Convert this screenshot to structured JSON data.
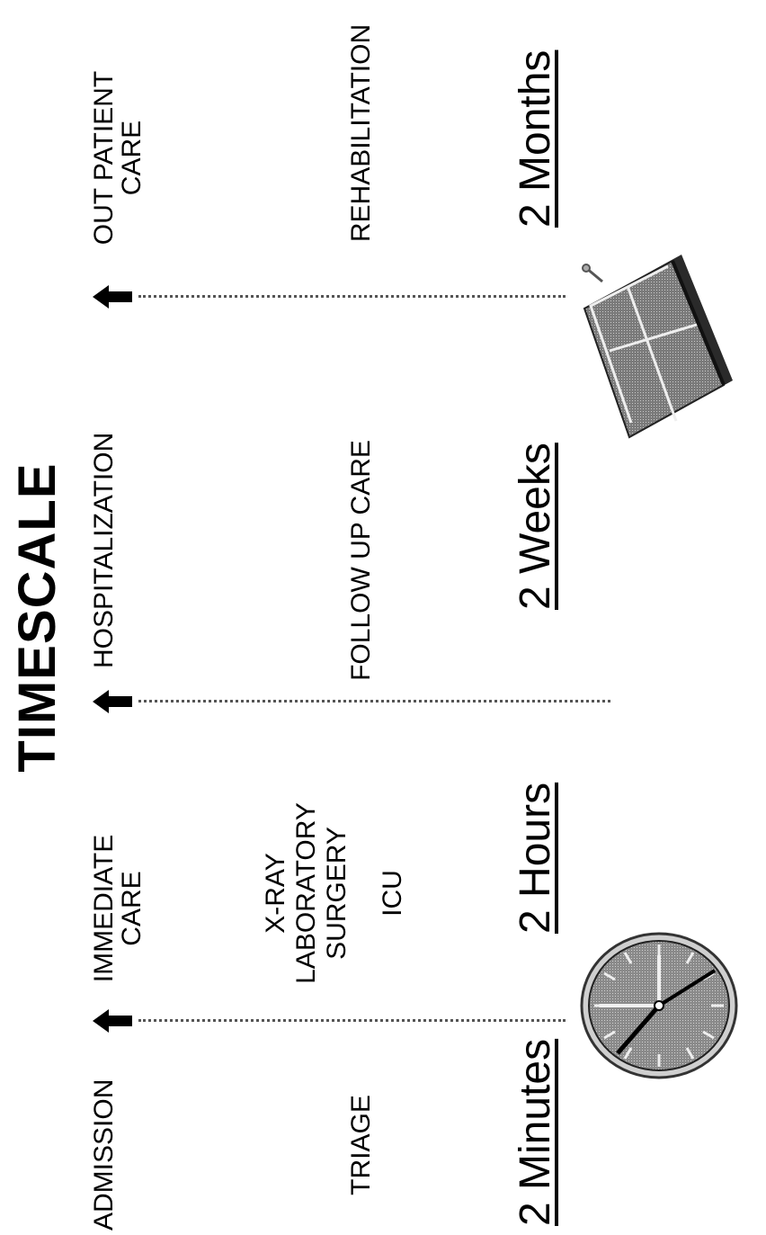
{
  "title": "TIMESCALE",
  "phases": [
    {
      "label": "ADMISSION"
    },
    {
      "label": "IMMEDIATE CARE"
    },
    {
      "label": "HOSPITALIZATION"
    },
    {
      "label": "OUT PATIENT CARE"
    }
  ],
  "activities": {
    "admission": [
      "TRIAGE"
    ],
    "immediate": [
      "X-RAY",
      "LABORATORY",
      "SURGERY",
      "ICU"
    ],
    "hospital": [
      "FOLLOW UP CARE"
    ],
    "outpatient": [
      "REHABILITATION"
    ]
  },
  "durations": [
    "2 Minutes",
    "2 Hours",
    "2 Weeks",
    "2 Months"
  ],
  "icons": [
    "clock-icon",
    "calendar-icon",
    "arrow-up-icon"
  ]
}
